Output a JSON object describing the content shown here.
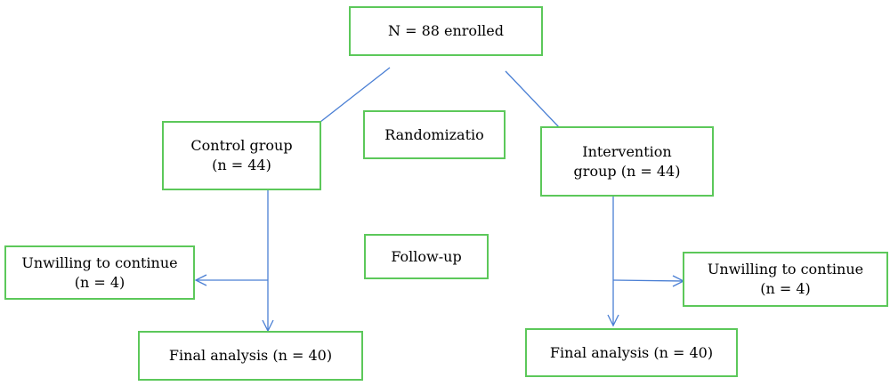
{
  "flow": {
    "enrolled": "N = 88 enrolled",
    "randomization": "Randomizatio",
    "followup": "Follow-up",
    "control": {
      "line1": "Control group",
      "line2": "(n = 44)"
    },
    "intervention": {
      "line1": "Intervention",
      "line2": "group (n = 44)"
    },
    "unwilling_left": {
      "line1": "Unwilling to continue",
      "line2": "(n = 4)"
    },
    "unwilling_right": {
      "line1": "Unwilling to continue",
      "line2": "(n = 4)"
    },
    "final_left": "Final analysis (n = 40)",
    "final_right": "Final analysis (n = 40)"
  },
  "colors": {
    "box_border": "#5cc85a",
    "connector": "#4a7fd4"
  }
}
